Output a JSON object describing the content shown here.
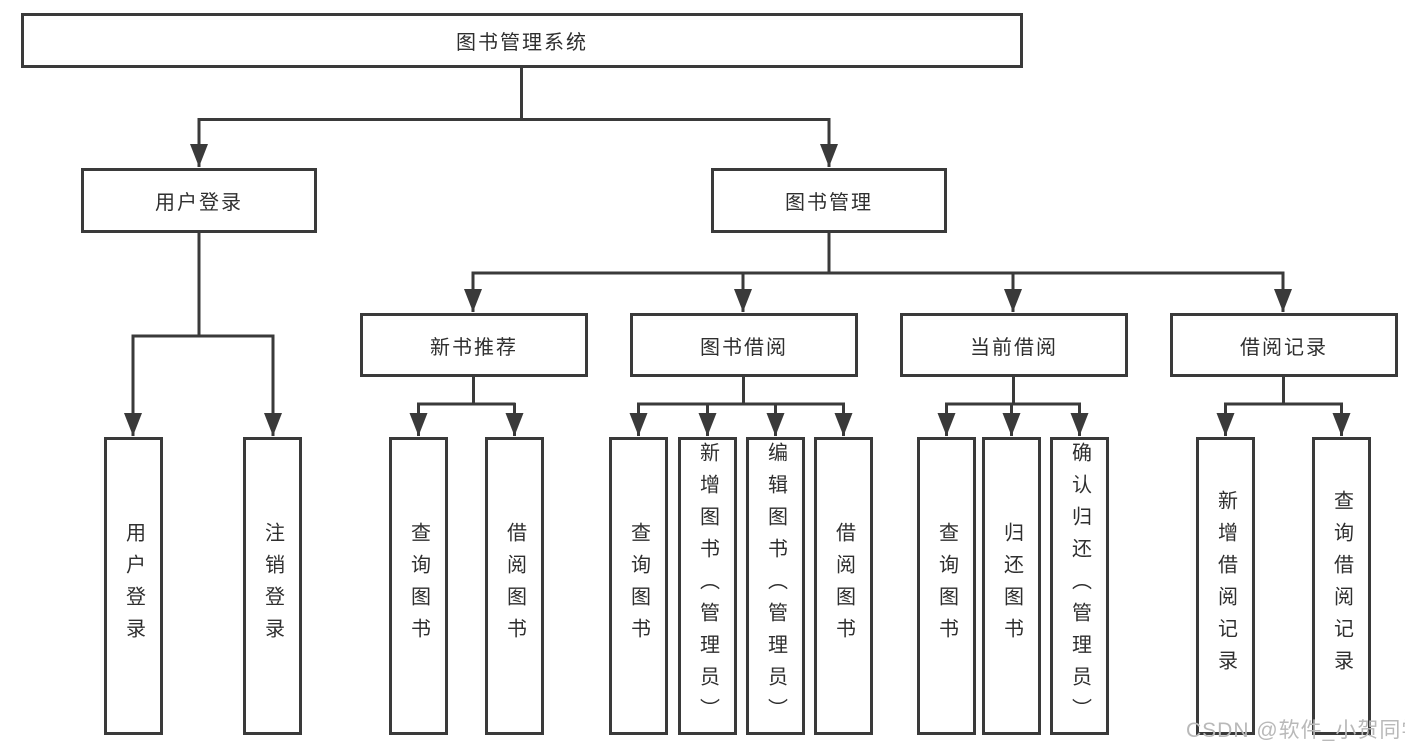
{
  "tree": {
    "root": {
      "label": "图书管理系统"
    },
    "level2": [
      {
        "id": "user-login",
        "label": "用户登录",
        "parent": "图书管理系统"
      },
      {
        "id": "book-management",
        "label": "图书管理",
        "parent": "图书管理系统"
      }
    ],
    "level3": [
      {
        "id": "new-book-recommend",
        "label": "新书推荐",
        "parent": "图书管理"
      },
      {
        "id": "book-borrow",
        "label": "图书借阅",
        "parent": "图书管理"
      },
      {
        "id": "current-borrow",
        "label": "当前借阅",
        "parent": "图书管理"
      },
      {
        "id": "borrow-record",
        "label": "借阅记录",
        "parent": "图书管理"
      }
    ],
    "leaves": [
      {
        "label": "用户登录",
        "parent": "用户登录"
      },
      {
        "label": "注销登录",
        "parent": "用户登录"
      },
      {
        "label": "查询图书",
        "parent": "新书推荐"
      },
      {
        "label": "借阅图书",
        "parent": "新书推荐"
      },
      {
        "label": "查询图书",
        "parent": "图书借阅"
      },
      {
        "label": "新增图书（管理员）",
        "parent": "图书借阅"
      },
      {
        "label": "编辑图书（管理员）",
        "parent": "图书借阅"
      },
      {
        "label": "借阅图书",
        "parent": "图书借阅"
      },
      {
        "label": "查询图书",
        "parent": "当前借阅"
      },
      {
        "label": "归还图书",
        "parent": "当前借阅"
      },
      {
        "label": "确认归还（管理员）",
        "parent": "当前借阅"
      },
      {
        "label": "新增借阅记录",
        "parent": "借阅记录"
      },
      {
        "label": "查询借阅记录",
        "parent": "借阅记录"
      }
    ]
  },
  "watermark": {
    "text": "CSDN @软件_小贺同学"
  },
  "colors": {
    "line": "#3a3a3a",
    "box_border": "#3a3a3a",
    "text": "#2f2f2f",
    "watermark": "#b9b9b9",
    "background": "#ffffff"
  }
}
